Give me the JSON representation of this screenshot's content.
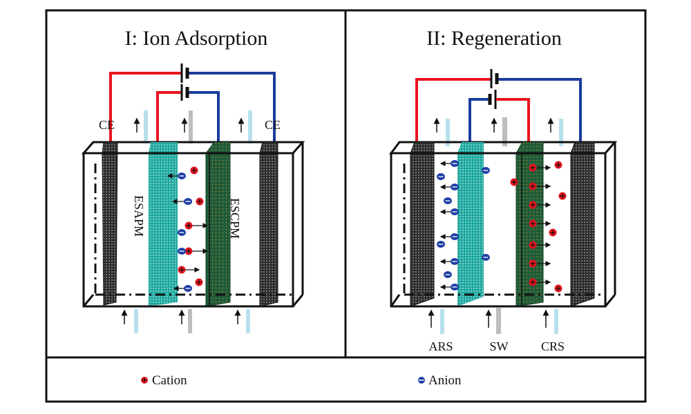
{
  "panels": [
    {
      "title": "I: Ion Adsorption",
      "top_labels": [
        "CE",
        "CE"
      ],
      "membrane_labels": [
        "ESAPM",
        "ESCPM"
      ],
      "bottom_labels": []
    },
    {
      "title": "II: Regeneration",
      "top_labels": [],
      "membrane_labels": [],
      "bottom_labels": [
        "ARS",
        "SW",
        "CRS"
      ]
    }
  ],
  "legend": {
    "cation": {
      "label": "Cation",
      "symbol": "+",
      "color": "#e8141e"
    },
    "anion": {
      "label": "Anion",
      "symbol": "−",
      "color": "#1f3fa5"
    }
  },
  "colors": {
    "positive_wire": "#e8141e",
    "negative_wire": "#1c3c9c",
    "anion_membrane": "#1fa8a0",
    "cation_membrane": "#1d5c3a",
    "electrode": "#3a3a3a",
    "inlet_light": "#b8e0ec",
    "inlet_gray": "#bdbdbd"
  }
}
